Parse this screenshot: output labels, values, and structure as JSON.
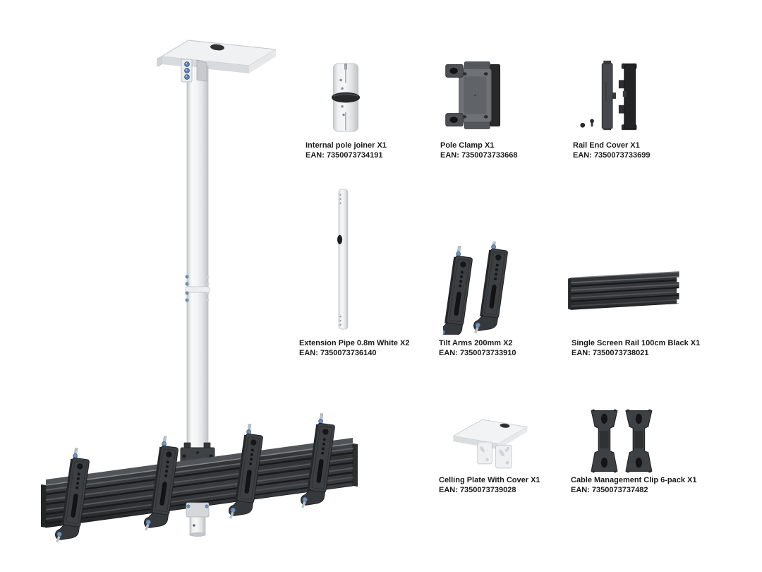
{
  "background": "#ffffff",
  "text_color": "#1a1a1a",
  "accent_colors": {
    "screw_blue": "#6f93bb",
    "part_black": "#2b2d2f",
    "metal_gray": "#6e7276",
    "pole_white": "#eff1f2"
  },
  "main_illustration": {
    "name": "assembled-ceiling-mount-with-rail-and-tilt-arms"
  },
  "parts": [
    {
      "id": "internal-pole-joiner",
      "name": "Internal pole joiner X1",
      "ean": "EAN: 7350073734191"
    },
    {
      "id": "pole-clamp",
      "name": "Pole Clamp X1",
      "ean": "EAN: 7350073733668"
    },
    {
      "id": "rail-end-cover",
      "name": "Rail End Cover X1",
      "ean": "EAN: 7350073733699"
    },
    {
      "id": "extension-pipe",
      "name": "Extension Pipe 0.8m White X2",
      "ean": "EAN: 7350073736140"
    },
    {
      "id": "tilt-arms",
      "name": "Tilt Arms 200mm X2",
      "ean": "EAN: 7350073733910"
    },
    {
      "id": "single-screen-rail",
      "name": "Single Screen Rail 100cm Black X1",
      "ean": "EAN: 7350073738021"
    },
    {
      "id": "ceiling-plate-with-cover",
      "name": "Celling Plate With Cover X1",
      "ean": "EAN: 7350073739028"
    },
    {
      "id": "cable-management-clip",
      "name": "Cable Management Clip 6-pack X1",
      "ean": "EAN: 7350073737482"
    }
  ]
}
